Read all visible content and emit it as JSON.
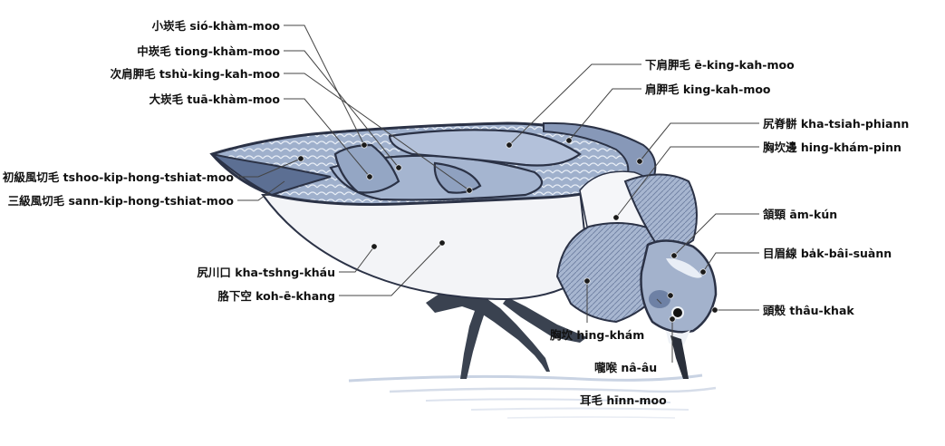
{
  "labels": {
    "sio_kham_moo": "小崁毛 sió-khàm-moo",
    "tiong_kham_moo": "中崁毛 tiong-khàm-moo",
    "tshu_king_kah_moo": "次肩胛毛 tshù-king-kah-moo",
    "tua_kham_moo": "大崁毛 tuā-khàm-moo",
    "tshoo_kip": "初級風切毛 tshoo-kip-hong-tshiat-moo",
    "sann_kip": "三級風切毛 sann-kip-hong-tshiat-moo",
    "kha_tshng_khau": "尻川口 kha-tshng-kháu",
    "koh_e_khang": "胳下空 koh-ē-khang",
    "e_king_kah_moo": "下肩胛毛 ē-king-kah-moo",
    "king_kah_moo": "肩胛毛 king-kah-moo",
    "kha_tsiah_phiann": "尻脊骿 kha-tsiah-phiann",
    "hing_kham_pinn": "胸坎邊 hing-khám-pinn",
    "am_kun": "頷頸 ām-kún",
    "bak_bai_suann": "目眉線 ba̍k-bâi-suànn",
    "thau_khak": "頭殼 thâu-khak",
    "hing_kham": "胸坎 hing-khám",
    "na_au": "嚨喉 nâ-âu",
    "hinn_moo": "耳毛 hīnn-moo"
  },
  "colors": {
    "plumage": "#9fb0cc",
    "plumage_dark": "#5c6f93",
    "feather_edge": "#e8eef7",
    "outline": "#2b3246",
    "belly": "#f3f4f7",
    "legs": "#3a4250",
    "water": "#c9d3e3"
  }
}
